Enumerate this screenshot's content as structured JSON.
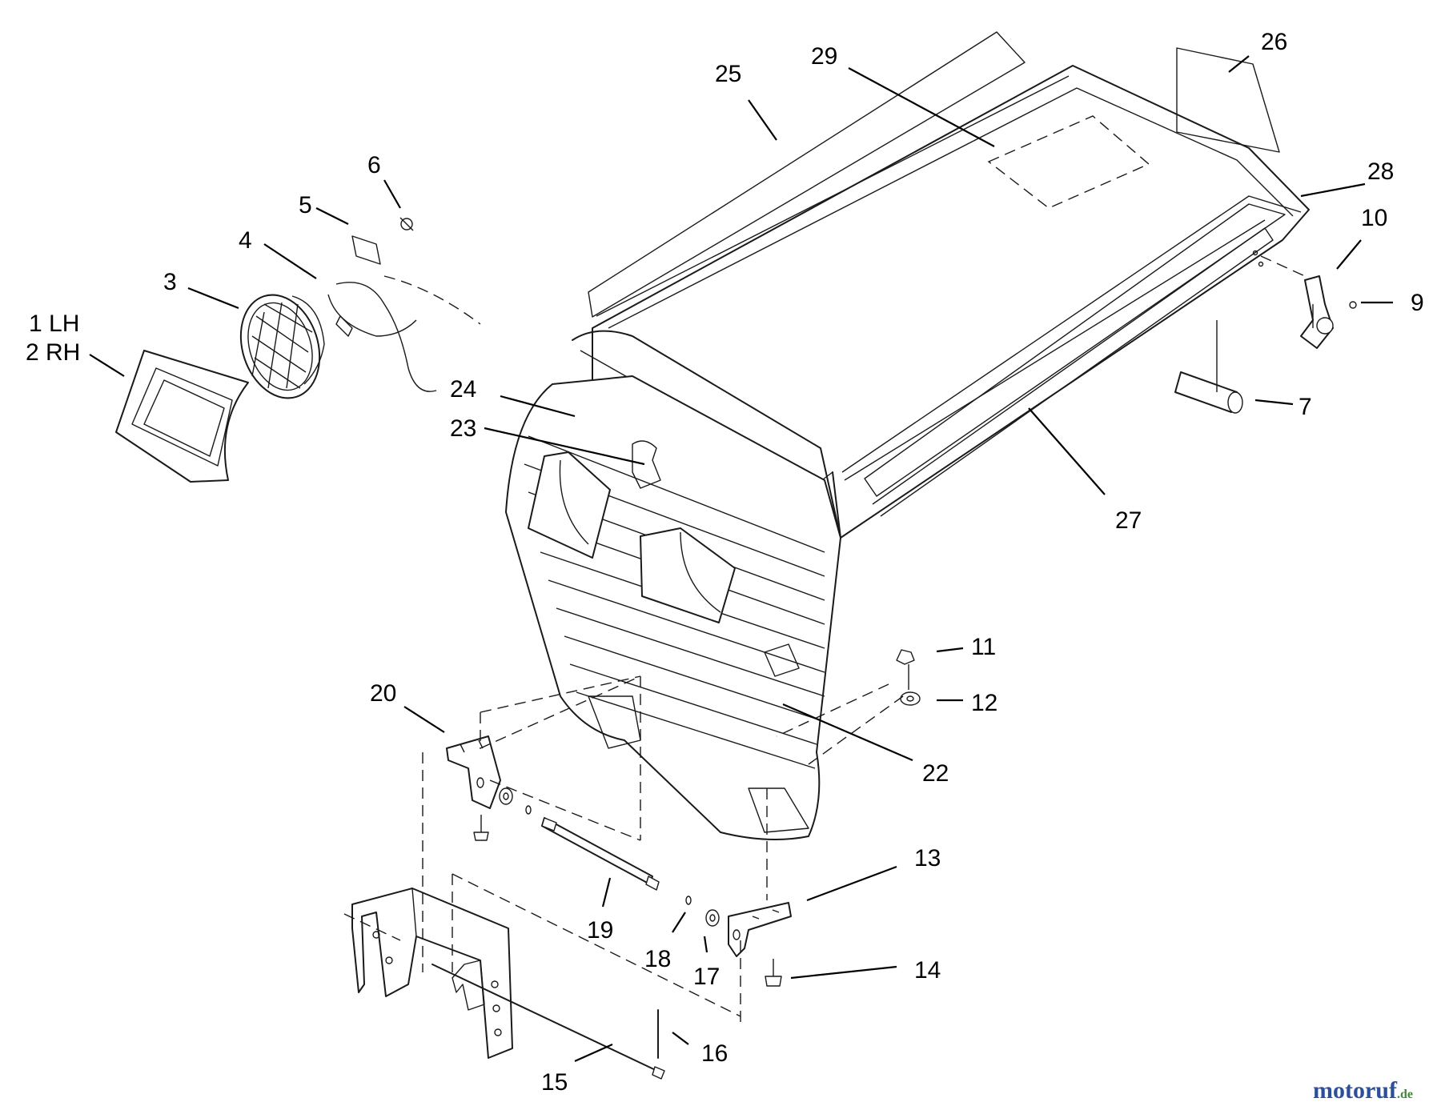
{
  "callouts": {
    "c1": "1 LH",
    "c2": "2 RH",
    "c3": "3",
    "c4": "4",
    "c5": "5",
    "c6": "6",
    "c7": "7",
    "c9": "9",
    "c10": "10",
    "c11": "11",
    "c12": "12",
    "c13": "13",
    "c14": "14",
    "c15": "15",
    "c16": "16",
    "c17": "17",
    "c18": "18",
    "c19": "19",
    "c20": "20",
    "c22": "22",
    "c23": "23",
    "c24": "24",
    "c25": "25",
    "c26": "26",
    "c27": "27",
    "c28": "28",
    "c29": "29"
  },
  "watermark": {
    "brand": "motoruf",
    "suffix": ".de"
  },
  "colors": {
    "watermark_brand": "#2b4f9a",
    "watermark_suffix": "#3f8a3a",
    "line": "#1a1a1a"
  }
}
